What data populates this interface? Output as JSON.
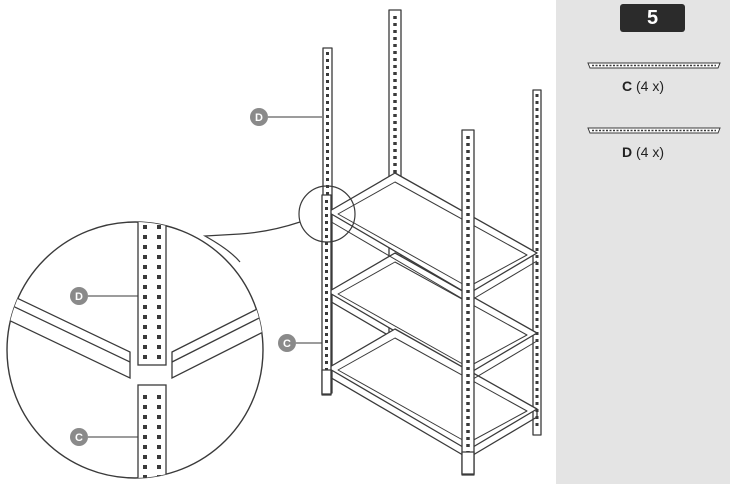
{
  "step": {
    "number": "5"
  },
  "parts": [
    {
      "letter": "C",
      "qty": "(4 x)"
    },
    {
      "letter": "D",
      "qty": "(4 x)"
    }
  ],
  "callouts": {
    "main_top": "D",
    "main_bottom": "C",
    "detail_top": "D",
    "detail_bottom": "C"
  },
  "colors": {
    "line": "#3a3a3a",
    "panel": "#e4e4e4",
    "badge": "#2b2b2b",
    "callout": "#8a8a8a"
  }
}
